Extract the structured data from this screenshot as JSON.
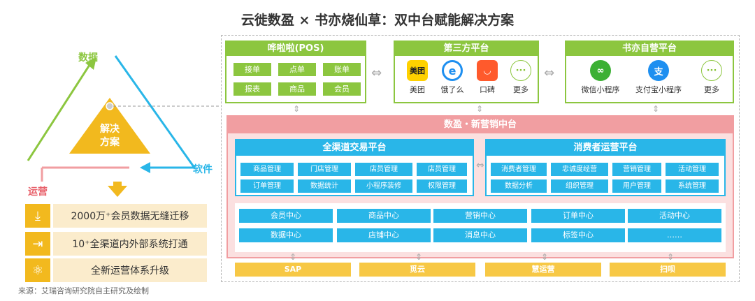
{
  "title": "云徙数盈 × 书亦烧仙草：双中台赋能解决方案",
  "source": "来源：艾瑞咨询研究院自主研究及绘制",
  "colors": {
    "green": "#8cc63f",
    "blue": "#29b6e8",
    "pink": "#f19ea1",
    "yellow": "#f2b91e"
  },
  "triangle": {
    "label_data": "数据",
    "label_software": "软件",
    "label_ops": "运营",
    "center_line1": "解决",
    "center_line2": "方案"
  },
  "features": [
    {
      "icon": "download-icon",
      "text": "2000万⁺会员数据无缝迁移"
    },
    {
      "icon": "door-icon",
      "text": "10⁺全渠道内外部系统打通"
    },
    {
      "icon": "atom-icon",
      "text": "全新运营体系升级"
    }
  ],
  "pos": {
    "title": "哗啦啦(POS)",
    "buttons": [
      "接单",
      "点单",
      "账单",
      "报表",
      "商品",
      "会员"
    ]
  },
  "third_party": {
    "title": "第三方平台",
    "apps": [
      {
        "icon": "meituan-icon",
        "glyph": "美团",
        "label": "美团"
      },
      {
        "icon": "eleme-icon",
        "glyph": "e",
        "label": "饿了么"
      },
      {
        "icon": "koubei-icon",
        "glyph": "◡",
        "label": "口碑"
      },
      {
        "icon": "more-icon",
        "glyph": "···",
        "label": "更多"
      }
    ]
  },
  "self_platform": {
    "title": "书亦自营平台",
    "apps": [
      {
        "icon": "mini-program-icon",
        "glyph": "∞",
        "label": "微信小程序"
      },
      {
        "icon": "alipay-icon",
        "glyph": "支",
        "label": "支付宝小程序"
      },
      {
        "icon": "more-icon",
        "glyph": "···",
        "label": "更多"
      }
    ]
  },
  "marketing_platform": {
    "title": "数盈・新营销中台",
    "trade": {
      "title": "全渠道交易平台",
      "buttons": [
        "商品管理",
        "门店管理",
        "店员管理",
        "店员管理",
        "订单管理",
        "数据统计",
        "小程序装修",
        "权限管理"
      ]
    },
    "consumer": {
      "title": "消费者运营平台",
      "buttons": [
        "消费者管理",
        "忠诚度经营",
        "营销管理",
        "活动管理",
        "数据分析",
        "组织管理",
        "用户管理",
        "系统管理"
      ]
    },
    "centers": [
      "会员中心",
      "商品中心",
      "营销中心",
      "订单中心",
      "活动中心",
      "数据中心",
      "店铺中心",
      "消息中心",
      "标签中心",
      "……"
    ]
  },
  "bottom_systems": [
    "SAP",
    "觅云",
    "慧运营",
    "扫呗"
  ]
}
